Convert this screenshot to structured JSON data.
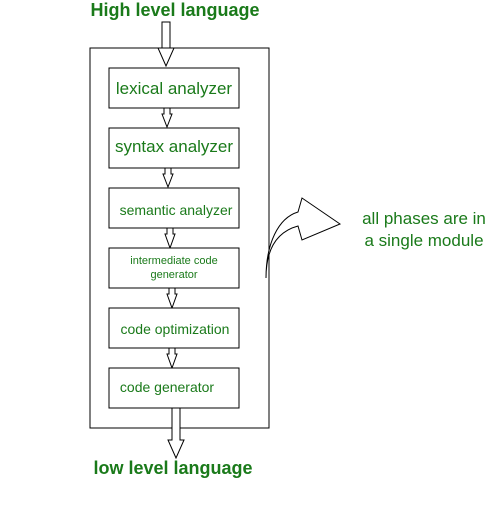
{
  "diagram": {
    "top_label": "High level language",
    "bottom_label": "low level language",
    "phases": [
      {
        "label": "lexical analyzer"
      },
      {
        "label": "syntax analyzer"
      },
      {
        "label": "semantic analyzer"
      },
      {
        "label_line1": "intermediate code",
        "label_line2": "generator"
      },
      {
        "label": "code optimization"
      },
      {
        "label": "code generator"
      }
    ],
    "note": {
      "line1": "all phases are in",
      "line2": "a single module"
    },
    "colors": {
      "text": "#1a7a1a",
      "stroke": "#000000",
      "background": "#ffffff"
    }
  }
}
